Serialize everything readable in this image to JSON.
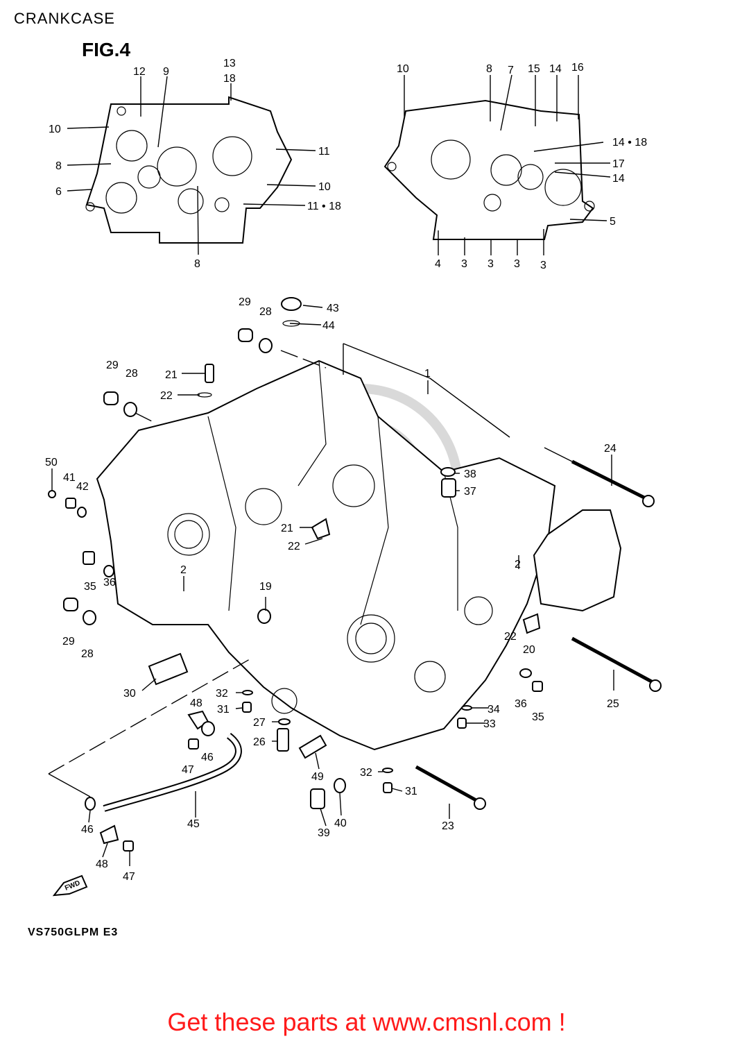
{
  "page_title": "CRANKCASE",
  "figure_label": "FIG.4",
  "model_code": "VS750GLPM E3",
  "promo_text": "Get these parts at www.cmsnl.com !",
  "callouts": {
    "tl": [
      "12",
      "9",
      "13",
      "18",
      "10",
      "8",
      "6",
      "11",
      "10",
      "11 • 18",
      "8"
    ],
    "tr": [
      "10",
      "8",
      "7",
      "15",
      "14",
      "16",
      "14 • 18",
      "17",
      "14",
      "5",
      "4",
      "3",
      "3",
      "3",
      "3"
    ],
    "main": [
      "29",
      "28",
      "43",
      "44",
      "29",
      "28",
      "21",
      "22",
      "1",
      "50",
      "41",
      "42",
      "38",
      "37",
      "24",
      "21",
      "22",
      "35",
      "36",
      "2",
      "2",
      "19",
      "29",
      "28",
      "22",
      "20",
      "30",
      "32",
      "31",
      "36",
      "35",
      "25",
      "48",
      "34",
      "33",
      "27",
      "26",
      "46",
      "47",
      "49",
      "32",
      "31",
      "23",
      "40",
      "39",
      "46",
      "45",
      "48",
      "47"
    ]
  },
  "icons": [
    "fwd-arrow-icon"
  ]
}
